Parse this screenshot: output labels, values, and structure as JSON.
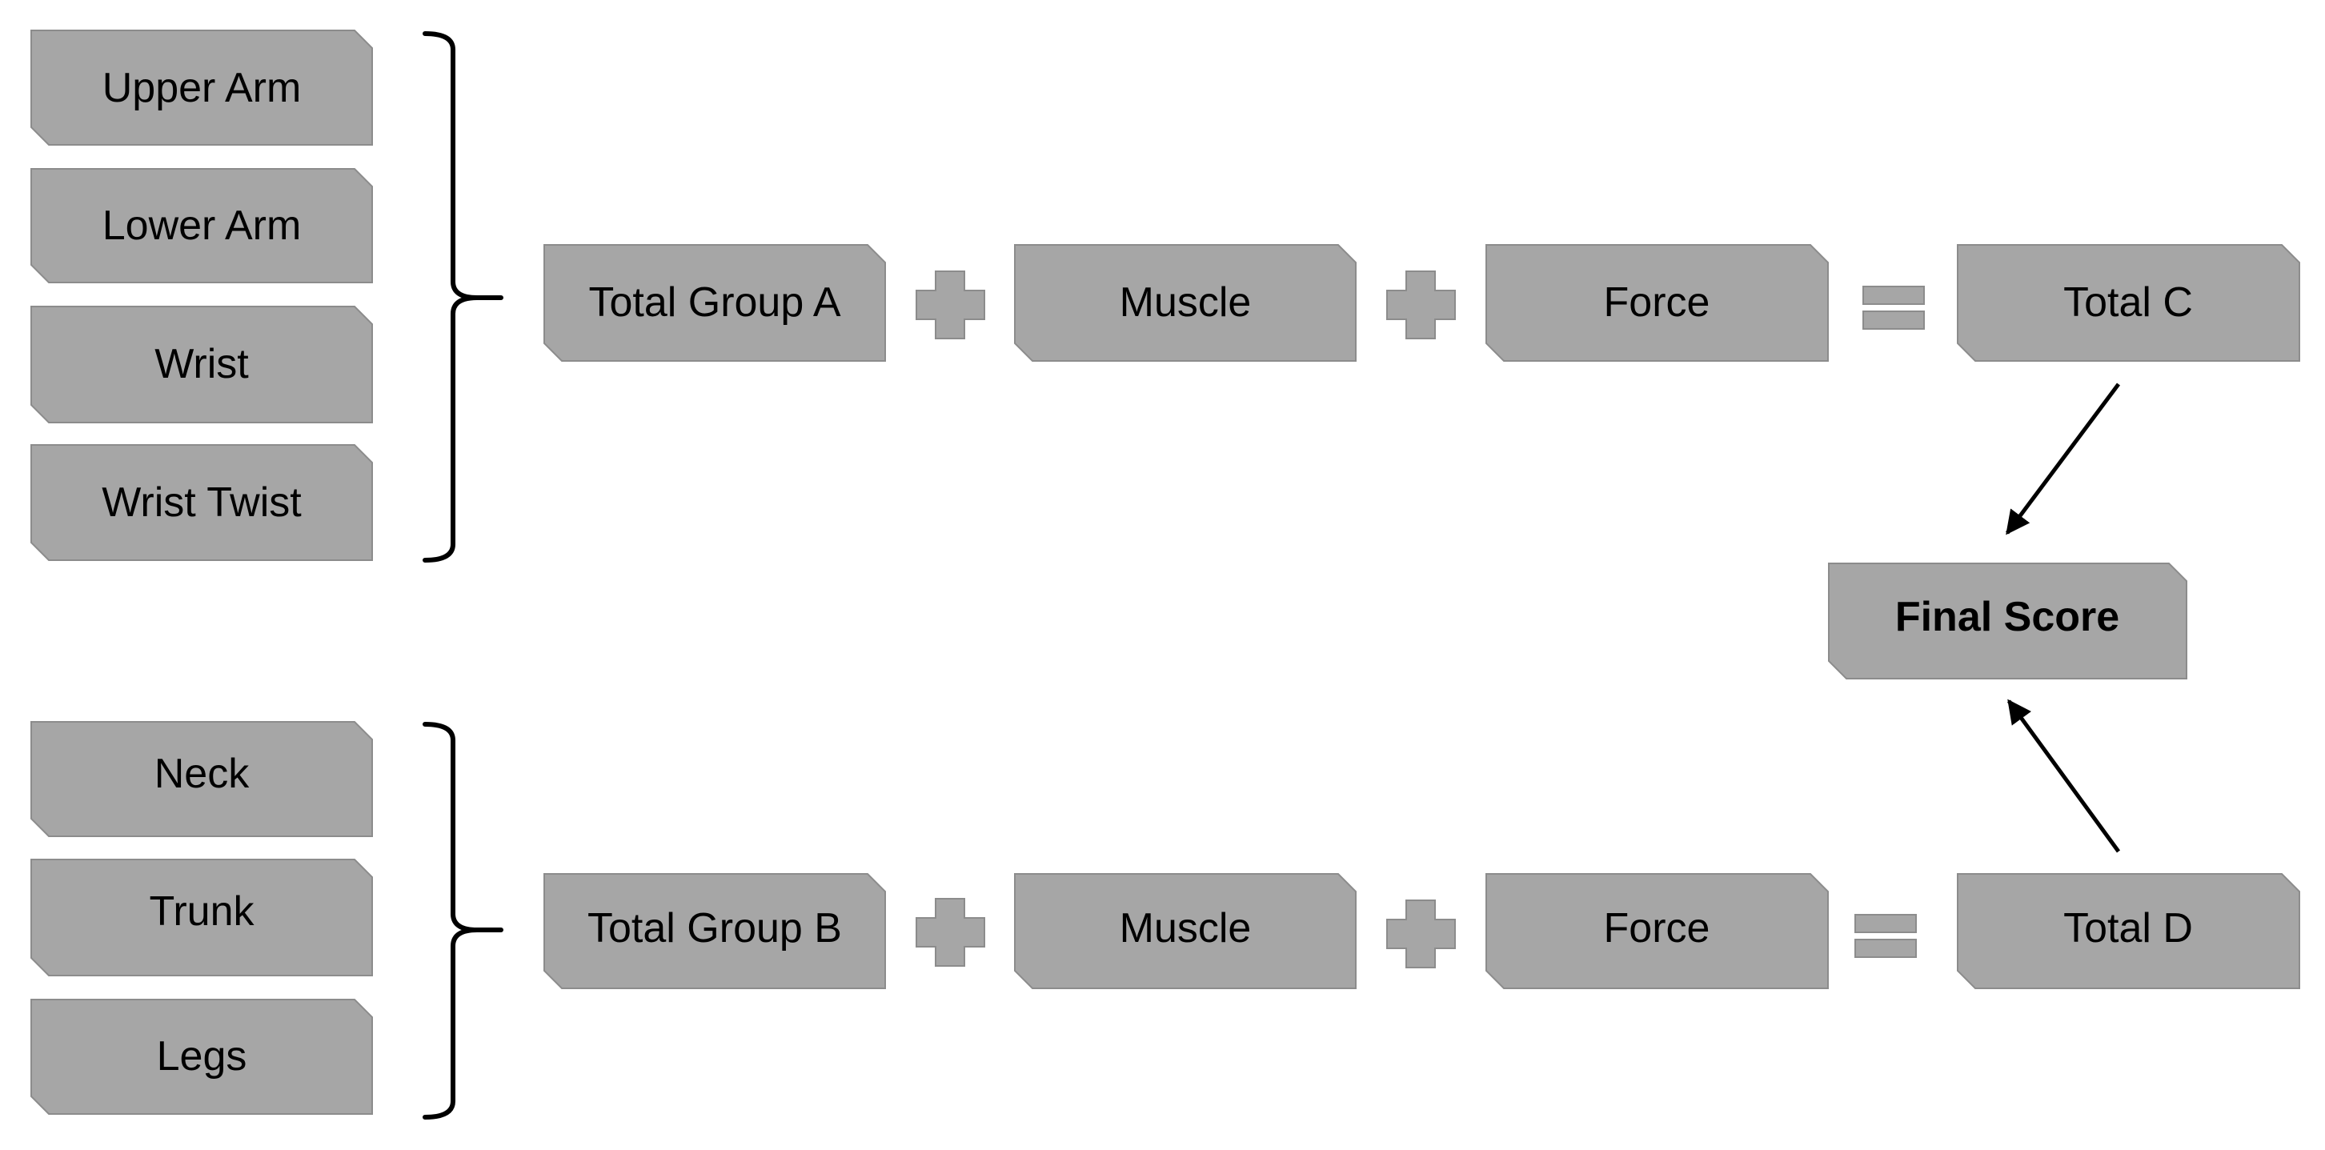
{
  "group_a": {
    "items": [
      "Upper Arm",
      "Lower Arm",
      "Wrist",
      "Wrist Twist"
    ],
    "total_label": "Total Group A",
    "muscle_label": "Muscle",
    "force_label": "Force",
    "result_label": "Total C"
  },
  "group_b": {
    "items": [
      "Neck",
      "Trunk",
      "Legs"
    ],
    "total_label": "Total Group B",
    "muscle_label": "Muscle",
    "force_label": "Force",
    "result_label": "Total D"
  },
  "final": {
    "label": "Final Score"
  },
  "operators": {
    "plus": "plus-icon",
    "equals": "equals-icon"
  },
  "colors": {
    "box_fill": "#a6a6a6",
    "box_stroke": "#8c8c8c",
    "text": "#000000",
    "line": "#000000"
  }
}
